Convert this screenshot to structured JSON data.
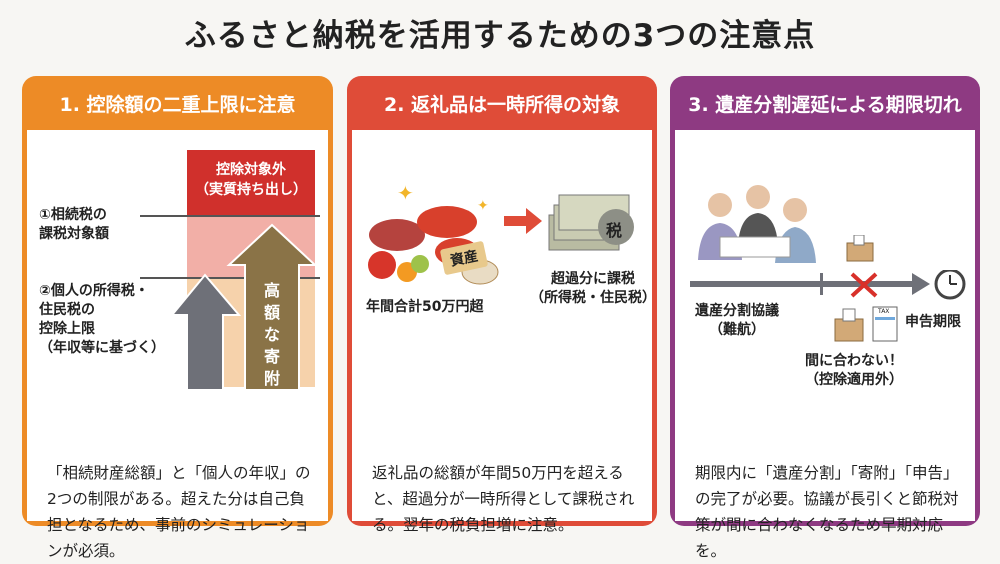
{
  "title": "ふるさと納税を活用するための3つの注意点",
  "colors": {
    "card1": "#ED8B26",
    "card2": "#DF4C38",
    "card3": "#8E3A82"
  },
  "cards": [
    {
      "header": "1. 控除額の二重上限に注意",
      "excluded": "控除対象外",
      "excluded_sub": "（実質持ち出し）",
      "limit1": "①相続税の\n課税対象額",
      "limit2": "②個人の所得税・\n住民税の\n控除上限\n（年収等に基づく）",
      "arrow_label": "高額な寄附",
      "description": "「相続財産総額」と「個人の年収」の2つの制限がある。超えた分は自己負担となるため、事前のシミュレーションが必須。"
    },
    {
      "header": "2. 返礼品は一時所得の対象",
      "tag": "資産",
      "money_tag": "税",
      "gift_caption": "年間合計50万円超",
      "tax_caption": "超過分に課税\n（所得税・住民税）",
      "description": "返礼品の総額が年間50万円を超えると、超過分が一時所得として課税される。翌年の税負担増に注意。"
    },
    {
      "header": "3. 遺産分割遅延による期限切れ",
      "meeting_caption": "遺産分割協議\n（難航）",
      "deadline_caption": "申告期限",
      "late_caption": "間に合わない！\n（控除適用外）",
      "form_label": "TAX",
      "description": "期限内に「遺産分割」「寄附」「申告」の完了が必要。協議が長引くと節税対策が間に合わなくなるため早期対応を。"
    }
  ]
}
